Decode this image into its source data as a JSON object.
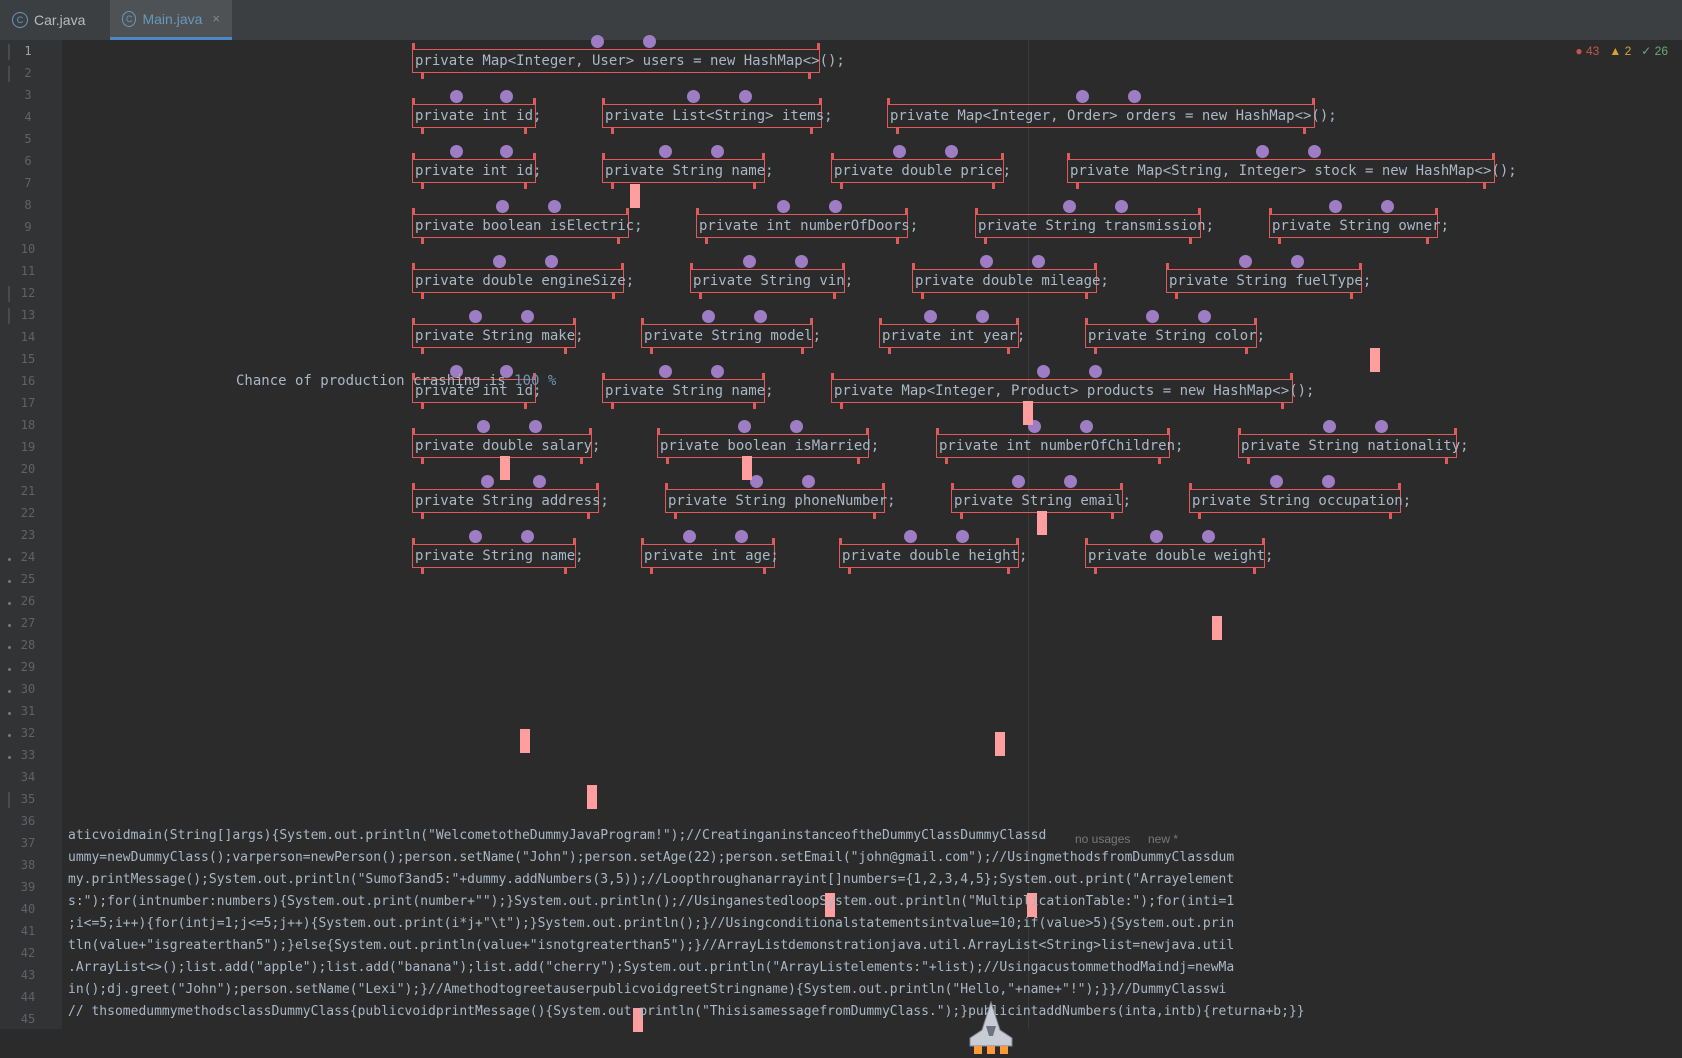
{
  "tabs": [
    {
      "label": "Car.java",
      "active": false
    },
    {
      "label": "Main.java",
      "active": true,
      "close": "×"
    }
  ],
  "status": {
    "errors": "43",
    "warnings": "2",
    "checks": "26"
  },
  "line_numbers": [
    "1",
    "2",
    "3",
    "4",
    "5",
    "6",
    "7",
    "8",
    "9",
    "10",
    "11",
    "12",
    "13",
    "14",
    "15",
    "16",
    "17",
    "18",
    "19",
    "20",
    "21",
    "22",
    "23",
    "24",
    "25",
    "26",
    "27",
    "28",
    "29",
    "30",
    "31",
    "32",
    "33",
    "34",
    "35",
    "36",
    "37",
    "38",
    "39",
    "40",
    "41",
    "42",
    "43",
    "44",
    "45"
  ],
  "fields": [
    "private Map<Integer, User> users = new HashMap<>();",
    "private int id;",
    "private List<String> items;",
    "private Map<Integer, Order> orders = new HashMap<>();",
    "private int id;",
    "private String name;",
    "private double price;",
    "private Map<String, Integer> stock = new HashMap<>();",
    "private boolean isElectric;",
    "private int numberOfDoors;",
    "private String transmission;",
    "private String owner;",
    "private double engineSize;",
    "private String vin;",
    "private double mileage;",
    "private String fuelType;",
    "private String make;",
    "private String model;",
    "private int year;",
    "private String color;",
    "private int id;",
    "private String name;",
    "private Map<Integer, Product> products = new HashMap<>();",
    "private double salary;",
    "private boolean isMarried;",
    "private int numberOfChildren;",
    "private String nationality;",
    "private String address;",
    "private String phoneNumber;",
    "private String email;",
    "private String occupation;",
    "private String name;",
    "private int age;",
    "private double height;",
    "private double weight;"
  ],
  "chance_text": "Chance of production crashing is",
  "chance_pct": "100 %",
  "code_lines": [
    "aticvoidmain(String[]args){System.out.println(\"WelcometotheDummyJavaProgram!\");//CreatinganinstanceoftheDummyClassDummyClassd",
    "ummy=newDummyClass();varperson=newPerson();person.setName(\"John\");person.setAge(22);person.setEmail(\"john@gmail.com\");//UsingmethodsfromDummyClassdum",
    "my.printMessage();System.out.println(\"Sumof3and5:\"+dummy.addNumbers(3,5));//Loopthroughanarrayint[]numbers={1,2,3,4,5};System.out.print(\"Arrayelement",
    "s:\");for(intnumber:numbers){System.out.print(number+\"\");}System.out.println();//UsinganestedloopSystem.out.println(\"MultiplicationTable:\");for(inti=1",
    ";i<=5;i++){for(intj=1;j<=5;j++){System.out.print(i*j+\"\\t\");}System.out.println();}//Usingconditionalstatementsintvalue=10;if(value>5){System.out.prin",
    "tln(value+\"isgreaterthan5\");}else{System.out.println(value+\"isnotgreaterthan5\");}//ArrayListdemonstrationjava.util.ArrayList<String>list=newjava.util",
    ".ArrayList<>();list.add(\"apple\");list.add(\"banana\");list.add(\"cherry\");System.out.println(\"ArrayListelements:\"+list);//UsingacustommethodMaindj=newMa",
    "in();dj.greet(\"John\");person.setName(\"Lexi\");}//AmethodtogreetauserpublicvoidgreetStringname){System.out.println(\"Hello,\"+name+\"!\");}}//DummyClasswi",
    "// thsomedummymethodsclassDummyClass{publicvoidprintMessage(){System.out.println(\"ThisisamessagefromDummyClass.\");}publicintaddNumbers(inta,intb){returna+b;}}"
  ],
  "inlay": {
    "usages": "no usages",
    "new": "new *"
  }
}
